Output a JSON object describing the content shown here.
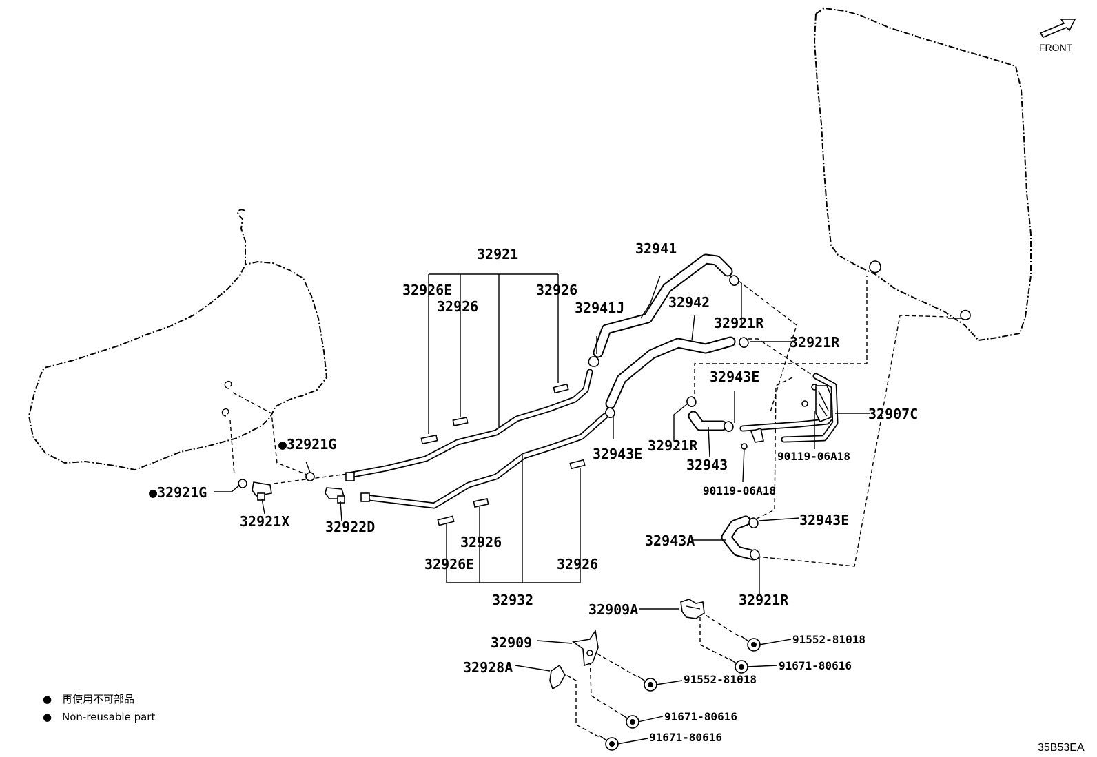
{
  "diagram": {
    "front_label": "FRONT",
    "code": "35B53EA",
    "legend": [
      {
        "marker": "●",
        "text": "再使用不可部品"
      },
      {
        "marker": "●",
        "text": "Non-reusable part"
      }
    ],
    "callouts": {
      "p32921": "32921",
      "p32926E_top": "32926E",
      "p32926_top_a": "32926",
      "p32926_top_b": "32926",
      "p32941": "32941",
      "p32941J": "32941J",
      "p32942": "32942",
      "p32921R_a": "32921R",
      "p32921R_b": "32921R",
      "p32943E_a": "32943E",
      "p32907C": "32907C",
      "p32921G_a": "●32921G",
      "p32921G_b": "●32921G",
      "p32921X": "32921X",
      "p32922D": "32922D",
      "p32943E_b": "32943E",
      "p32921R_c": "32921R",
      "p32943": "32943",
      "p90119_a": "90119-06A18",
      "p90119_b": "90119-06A18",
      "p32943E_c": "32943E",
      "p32943A": "32943A",
      "p32926_bot_a": "32926",
      "p32926E_bot": "32926E",
      "p32926_bot_b": "32926",
      "p32932": "32932",
      "p32921R_d": "32921R",
      "p32909A": "32909A",
      "p91552_a": "91552-81018",
      "p91671_a": "91671-80616",
      "p32909": "32909",
      "p91552_b": "91552-81018",
      "p32928A": "32928A",
      "p91671_b": "91671-80616",
      "p91671_c": "91671-80616"
    }
  }
}
